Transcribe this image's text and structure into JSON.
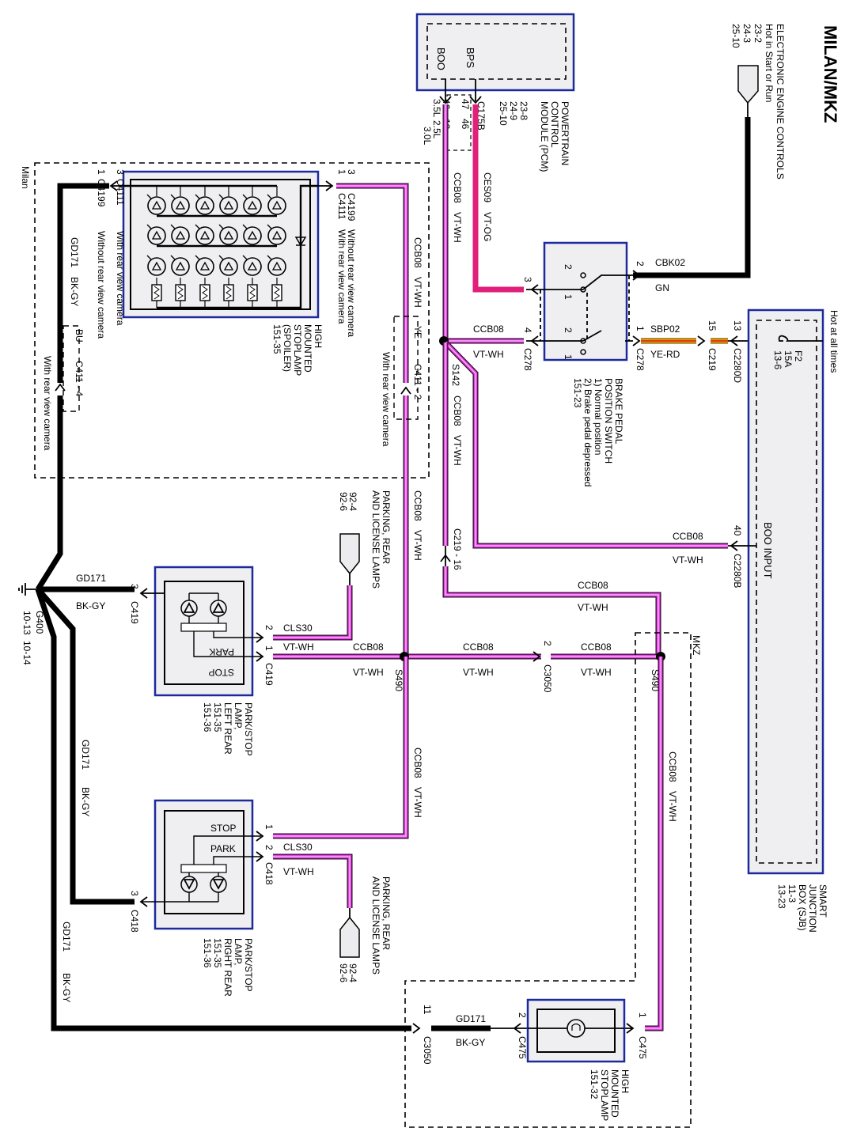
{
  "diagram": {
    "title": "MILAN/MKZ",
    "engine_controls": {
      "line1": "ELECTRONIC ENGINE CONTROLS",
      "line2": "Hot in Start or Run",
      "refs": [
        "23-2",
        "24-3",
        "25-10"
      ]
    },
    "pcm": {
      "pins": [
        "BOO",
        "BPS"
      ],
      "name": [
        "POWERTRAIN",
        "CONTROL",
        "MODULE (PCM)"
      ],
      "refs": [
        "23-8",
        "24-9",
        "25-10"
      ],
      "connector": "C175B",
      "boo_pins": [
        "46",
        "46",
        "47"
      ],
      "bps_pins": [
        "13",
        "46"
      ],
      "engines": [
        "3.5L",
        "2.5L",
        "3.0L"
      ]
    },
    "wires": {
      "ces09": {
        "circuit": "CES09",
        "color": "VT-OG"
      },
      "cbk02": {
        "circuit": "CBK02",
        "color": "GN"
      },
      "sbp02": {
        "circuit": "SBP02",
        "color": "YE-RD"
      },
      "ccb08": {
        "circuit": "CCB08",
        "color": "VT-WH"
      },
      "cls30": {
        "circuit": "CLS30",
        "color": "VT-WH"
      },
      "gd171": {
        "circuit": "GD171",
        "color": "BK-GY"
      }
    },
    "switch": {
      "name": [
        "BRAKE PEDAL",
        "POSITION SWITCH",
        "1) Normal position",
        "2) Brake pedal depressed",
        "151-23"
      ],
      "connector": "C278",
      "pins": {
        "p2": "2",
        "p1": "1",
        "p3": "3",
        "p4": "4"
      },
      "contacts": [
        "2",
        "1",
        "2",
        "1"
      ]
    },
    "sjb": {
      "hot": "Hot at all times",
      "fuse": "F2",
      "amps": "15A",
      "ref": "13-6",
      "input": "BOO INPUT",
      "name": [
        "SMART",
        "JUNCTION",
        "BOX (SJB)",
        "11-3",
        "13-23"
      ],
      "c2280d": "C2280D",
      "c2280d_pin": "13",
      "c2280b": "C2280B",
      "c2280b_pin": "40"
    },
    "c219": {
      "label": "C219",
      "pin": "15",
      "inline": "C219 - 16"
    },
    "splices": {
      "s142": "S142",
      "s490a": "S490",
      "s490b": "S490"
    },
    "milan_box": {
      "label": "Milan",
      "c4111_top": "C4111",
      "c4199_top": "C4199",
      "pin3": "3",
      "pin1": "1",
      "with_cam": "With rear view camera",
      "without_cam": "Without rear view camera",
      "c411_2": "C411 - 2",
      "ye": "YE",
      "c411_4": "C411 - 4",
      "bu": "BU"
    },
    "hmsl_spoiler": {
      "name": [
        "HIGH",
        "MOUNTED",
        "STOPLAMP",
        "(SPOILER)",
        "151-35"
      ]
    },
    "parking_lamps": {
      "name": [
        "PARKING, REAR",
        "AND LICENSE LAMPS"
      ],
      "refs": [
        "92-4",
        "92-6"
      ]
    },
    "left_lamp": {
      "name": [
        "PARK/STOP",
        "LAMP,",
        "LEFT REAR",
        "151-35",
        "151-36"
      ],
      "connector": "C419",
      "pin1": "1",
      "pin2": "2",
      "pin3": "3",
      "park": "PARK",
      "stop": "STOP"
    },
    "right_lamp": {
      "name": [
        "PARK/STOP",
        "LAMP,",
        "RIGHT REAR",
        "151-35",
        "151-36"
      ],
      "connector": "C418",
      "pin1": "1",
      "pin2": "2",
      "pin3": "3",
      "park": "PARK",
      "stop": "STOP"
    },
    "c3050": {
      "label": "C3050",
      "pin": "2",
      "pin11": "11"
    },
    "mkz_box": {
      "label": "MKZ"
    },
    "hmsl_mkz": {
      "name": [
        "HIGH",
        "MOUNTED",
        "STOPLAMP",
        "151-32"
      ],
      "connector": "C475",
      "pin1": "1",
      "pin2": "2"
    },
    "ground": {
      "label": "G400",
      "refs": [
        "10-13",
        "10-14"
      ]
    }
  }
}
